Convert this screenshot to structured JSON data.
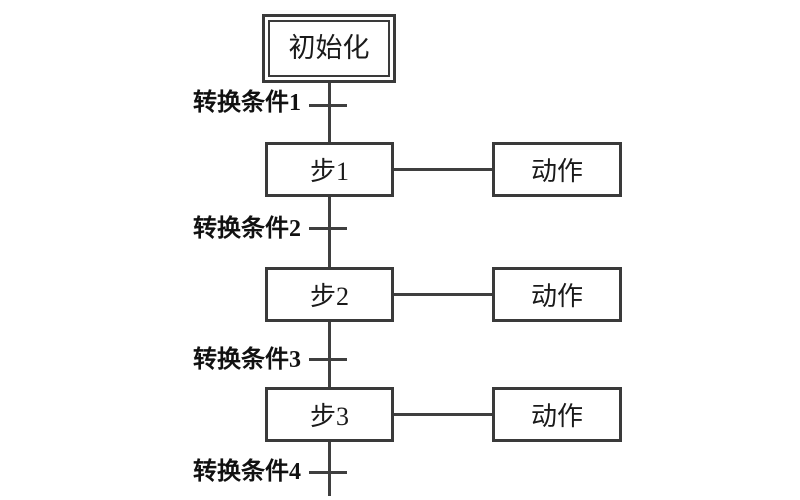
{
  "diagram": {
    "title": "sfc-sequential-function-chart",
    "init_step": {
      "label": "初始化"
    },
    "steps": [
      {
        "label": "步1"
      },
      {
        "label": "步2"
      },
      {
        "label": "步3"
      }
    ],
    "actions": [
      {
        "label": "动作"
      },
      {
        "label": "动作"
      },
      {
        "label": "动作"
      }
    ],
    "transitions": [
      {
        "label": "转换条件1"
      },
      {
        "label": "转换条件2"
      },
      {
        "label": "转换条件3"
      },
      {
        "label": "转换条件4"
      }
    ],
    "colors": {
      "line": "#3f3f3f",
      "border": "#3a3a3a",
      "text": "#111111",
      "background": "#ffffff"
    }
  }
}
